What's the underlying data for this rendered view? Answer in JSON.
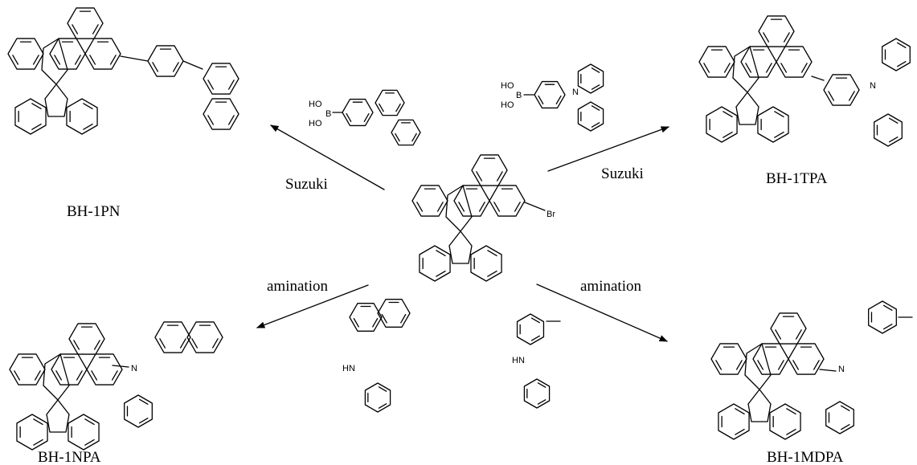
{
  "products": {
    "top_left": "BH-1PN",
    "top_right": "BH-1TPA",
    "bottom_left": "BH-1NPA",
    "bottom_right": "BH-1MDPA"
  },
  "reactions": {
    "top_left": "Suzuki",
    "top_right": "Suzuki",
    "bottom_left": "amination",
    "bottom_right": "amination"
  },
  "atoms": {
    "br": "Br",
    "ho": "HO",
    "b": "B",
    "n": "N",
    "hn": "HN"
  }
}
